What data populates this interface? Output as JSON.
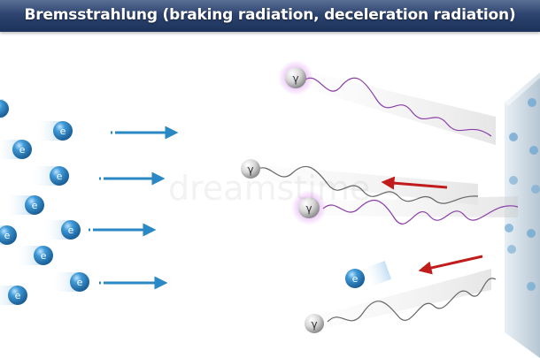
{
  "title": "Bremsstrahlung (braking radiation, deceleration radiation)",
  "electron_label": "e",
  "photon_label": "γ",
  "colors": {
    "title_bar": "#2d4470",
    "electron": "#2f86c6",
    "blue_arrow": "#2a88c4",
    "red_arrow": "#c11b1b",
    "photon_wave": "#8a3ea8",
    "photon_glow": "#c66be0",
    "target_plate": "#b8c8d6"
  },
  "watermark": "dreamstime"
}
